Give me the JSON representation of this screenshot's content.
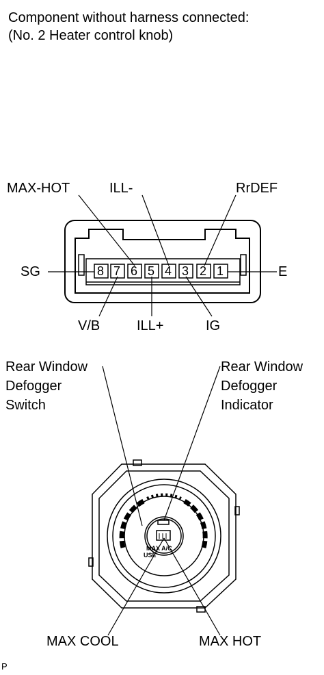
{
  "header": {
    "line1": "Component without harness connected:",
    "line2": "(No. 2 Heater control knob)"
  },
  "connector": {
    "labels": {
      "max_hot": "MAX-HOT",
      "ill_minus": "ILL-",
      "rrdef": "RrDEF",
      "sg": "SG",
      "e": "E",
      "vb": "V/B",
      "ill_plus": "ILL+",
      "ig": "IG"
    },
    "pins": [
      "8",
      "7",
      "6",
      "5",
      "4",
      "3",
      "2",
      "1"
    ]
  },
  "knob": {
    "labels": {
      "rear_switch": [
        "Rear Window",
        "Defogger",
        "Switch"
      ],
      "rear_indicator": [
        "Rear Window",
        "Defogger",
        "Indicator"
      ],
      "max_cool": "MAX COOL",
      "max_hot": "MAX HOT"
    },
    "face_text": [
      "MAX A/C",
      "USE"
    ]
  },
  "footer": {
    "code": "P"
  }
}
